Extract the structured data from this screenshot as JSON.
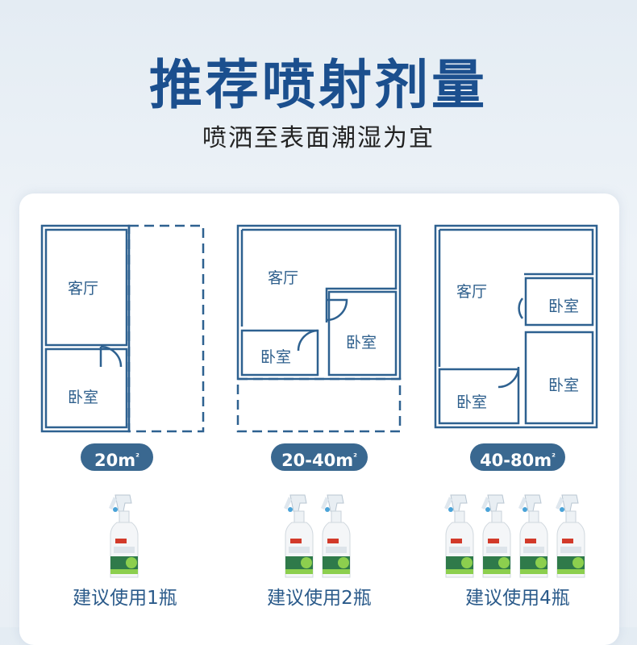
{
  "header": {
    "title": "推荐喷射剂量",
    "subtitle": "喷洒至表面潮湿为宜"
  },
  "plans": [
    {
      "area": "20m",
      "unit_sup": "²",
      "rooms": [
        "客厅",
        "卧室"
      ],
      "caption": "建议使用1瓶",
      "bottles": 1
    },
    {
      "area": "20-40m",
      "unit_sup": "²",
      "rooms": [
        "客厅",
        "卧室",
        "卧室"
      ],
      "caption": "建议使用2瓶",
      "bottles": 2
    },
    {
      "area": "40-80m",
      "unit_sup": "²",
      "rooms": [
        "客厅",
        "卧室",
        "卧室",
        "卧室"
      ],
      "caption": "建议使用4瓶",
      "bottles": 4
    }
  ],
  "colors": {
    "title": "#1b4f8e",
    "plan_line": "#2e6190",
    "pill": "#3a6890"
  }
}
